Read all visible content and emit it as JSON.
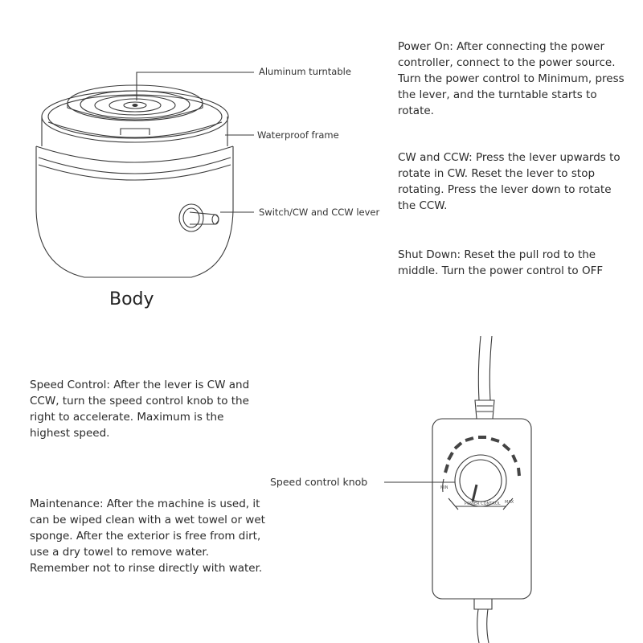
{
  "body_diagram": {
    "title": "Body",
    "labels": {
      "turntable": "Aluminum turntable",
      "frame": "Waterproof frame",
      "lever": "Switch/CW and CCW lever"
    }
  },
  "controller_diagram": {
    "label": "Speed control knob"
  },
  "instructions": {
    "power_on": "Power On: After connecting the power controller, connect to the power source. Turn the power control to Minimum, press the lever, and the turntable starts to rotate.",
    "direction": "CW and CCW: Press the lever upwards to rotate in CW. Reset the lever to stop rotating. Press the lever down to rotate the CCW.",
    "shut_down": "Shut Down: Reset the pull rod to the middle. Turn the power control to OFF",
    "speed": "Speed Control: After the lever is CW and CCW, turn the speed control knob to the right to accelerate. Maximum is the highest speed.",
    "maintenance": "Maintenance: After the machine is used, it can be wiped clean with a wet towel or wet sponge. After the exterior is free from dirt, use a dry towel to remove water. Remember not to rinse directly with water."
  }
}
